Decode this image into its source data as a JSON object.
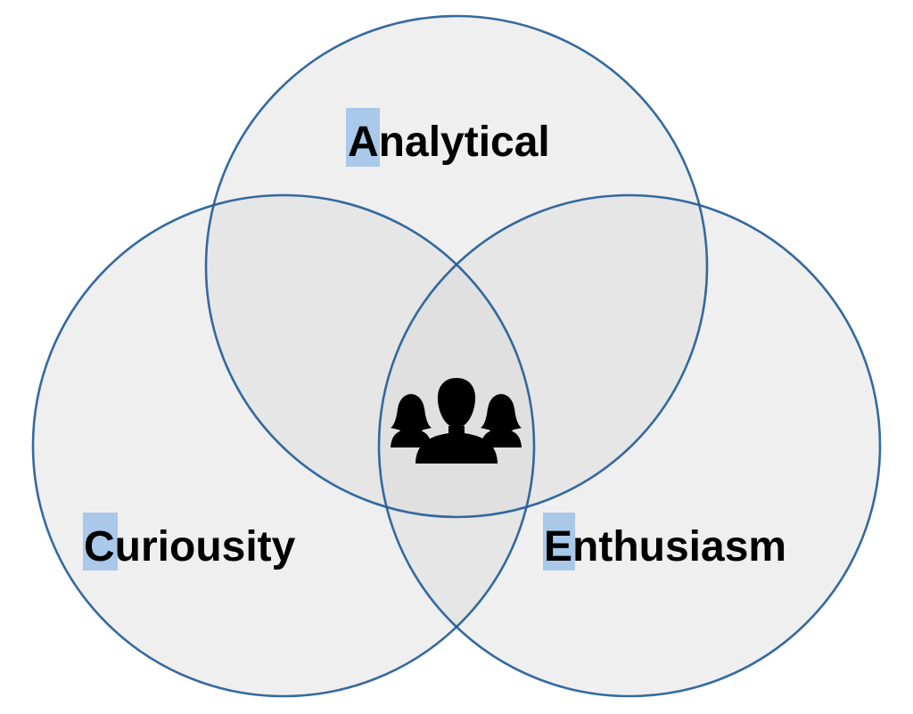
{
  "diagram": {
    "type": "venn",
    "circles": [
      {
        "id": "analytical",
        "initial": "A",
        "rest": "nalytical",
        "label": "Analytical"
      },
      {
        "id": "curiousity",
        "initial": "C",
        "rest": "uriousity",
        "label": "Curiousity"
      },
      {
        "id": "enthusiasm",
        "initial": "E",
        "rest": "nthusiasm",
        "label": "Enthusiasm"
      }
    ],
    "center_icon": "people-group-icon"
  },
  "colors": {
    "circle_stroke": "#1f5a96",
    "circle_fill": "#eeeeee",
    "highlight": "#a9c8ea",
    "text": "#000000",
    "icon": "#000000",
    "background": "#ffffff"
  }
}
